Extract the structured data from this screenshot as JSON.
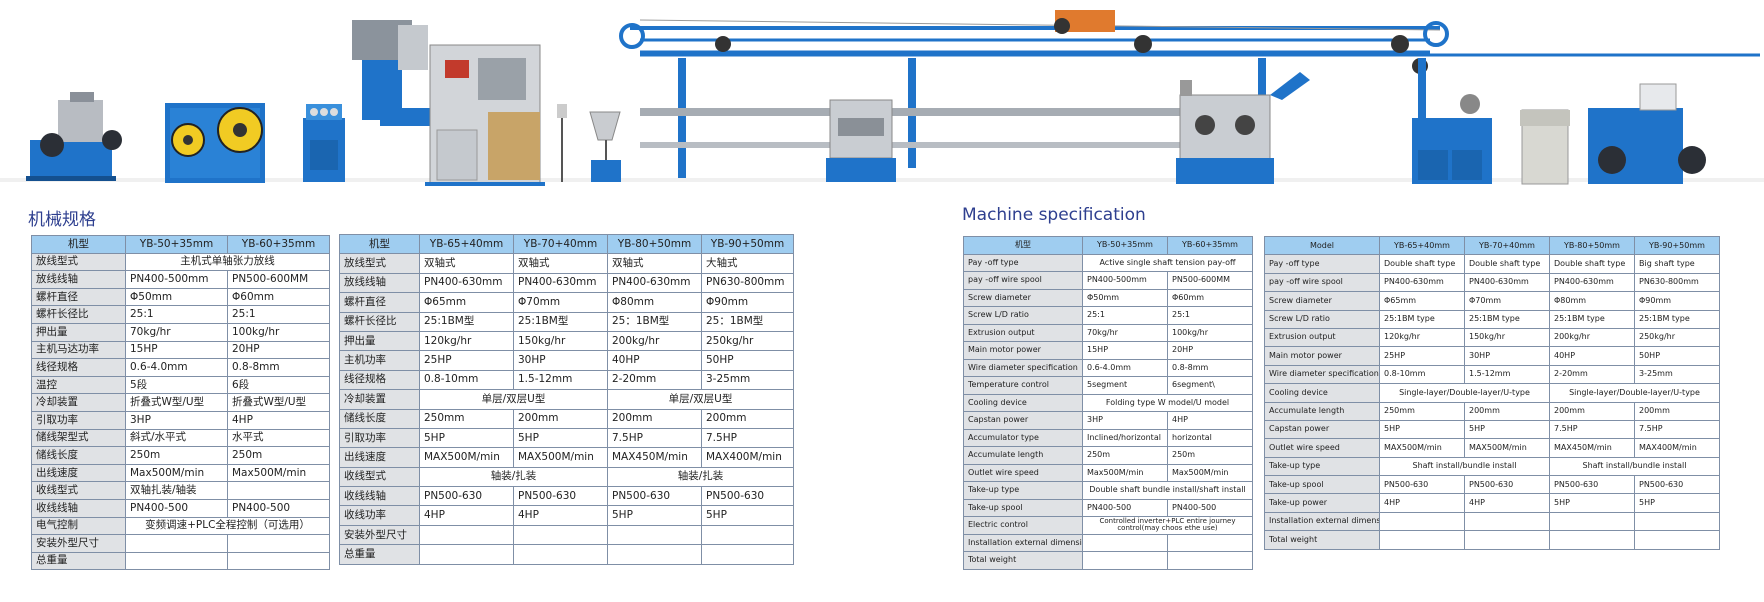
{
  "headings": {
    "zh": "机械规格",
    "en": "Machine specification"
  },
  "colors": {
    "header_blue": "#9fcdf0",
    "label_gray": "#e0e2e5",
    "heading_navy": "#2e3f8f",
    "machine_blue": "#1f73c9"
  },
  "illustration": {
    "icons": [
      "payoff-machine-icon",
      "twin-reel-payoff-icon",
      "tension-cabinet-icon",
      "extruder-icon",
      "cooling-trough-icon",
      "capstan-icon",
      "accumulator-icon",
      "spark-tester-icon",
      "takeup-machine-icon"
    ]
  },
  "zh_small": {
    "headers": [
      "机型",
      "YB-50+35mm",
      "YB-60+35mm"
    ],
    "rows": [
      {
        "label": "放线型式",
        "span": "主机式单轴张力放线"
      },
      {
        "label": "放线线轴",
        "v": [
          "PN400-500mm",
          "PN500-600MM"
        ]
      },
      {
        "label": "螺杆直径",
        "v": [
          "Φ50mm",
          "Φ60mm"
        ]
      },
      {
        "label": "螺杆长径比",
        "v": [
          "25:1",
          "25:1"
        ]
      },
      {
        "label": "押出量",
        "v": [
          "70kg/hr",
          "100kg/hr"
        ]
      },
      {
        "label": "主机马达功率",
        "v": [
          "15HP",
          "20HP"
        ]
      },
      {
        "label": "线径规格",
        "v": [
          "0.6-4.0mm",
          "0.8-8mm"
        ]
      },
      {
        "label": "温控",
        "v": [
          "5段",
          "6段"
        ]
      },
      {
        "label": "冷却装置",
        "v": [
          "折叠式W型/U型",
          "折叠式W型/U型"
        ]
      },
      {
        "label": "引取功率",
        "v": [
          "3HP",
          "4HP"
        ]
      },
      {
        "label": "储线架型式",
        "v": [
          "斜式/水平式",
          "水平式"
        ]
      },
      {
        "label": "储线长度",
        "v": [
          "250m",
          "250m"
        ]
      },
      {
        "label": "出线速度",
        "v": [
          "Max500M/min",
          "Max500M/min"
        ]
      },
      {
        "label": "收线型式",
        "v": [
          "双轴扎装/轴装",
          ""
        ]
      },
      {
        "label": "收线线轴",
        "v": [
          "PN400-500",
          "PN400-500"
        ]
      },
      {
        "label": "电气控制",
        "span": "变频调速+PLC全程控制（可选用）"
      },
      {
        "label": "安装外型尺寸",
        "v": [
          "",
          ""
        ]
      },
      {
        "label": "总重量",
        "v": [
          "",
          ""
        ]
      }
    ]
  },
  "zh_large": {
    "headers": [
      "机型",
      "YB-65+40mm",
      "YB-70+40mm",
      "YB-80+50mm",
      "YB-90+50mm"
    ],
    "rows": [
      {
        "label": "放线型式",
        "v": [
          "双轴式",
          "双轴式",
          "双轴式",
          "大轴式"
        ]
      },
      {
        "label": "放线线轴",
        "v": [
          "PN400-630mm",
          "PN400-630mm",
          "PN400-630mm",
          "PN630-800mm"
        ]
      },
      {
        "label": "螺杆直径",
        "v": [
          "Φ65mm",
          "Φ70mm",
          "Φ80mm",
          "Φ90mm"
        ]
      },
      {
        "label": "螺杆长径比",
        "v": [
          "25:1BM型",
          "25:1BM型",
          "25：1BM型",
          "25：1BM型"
        ]
      },
      {
        "label": "押出量",
        "v": [
          "120kg/hr",
          "150kg/hr",
          "200kg/hr",
          "250kg/hr"
        ]
      },
      {
        "label": "主机功率",
        "v": [
          "25HP",
          "30HP",
          "40HP",
          "50HP"
        ]
      },
      {
        "label": "线径规格",
        "v": [
          "0.8-10mm",
          "1.5-12mm",
          "2-20mm",
          "3-25mm"
        ]
      },
      {
        "label": "冷却装置",
        "pair": [
          "单层/双层U型",
          "单层/双层U型"
        ]
      },
      {
        "label": "储线长度",
        "v": [
          "250mm",
          "200mm",
          "200mm",
          "200mm"
        ]
      },
      {
        "label": "引取功率",
        "v": [
          "5HP",
          "5HP",
          "7.5HP",
          "7.5HP"
        ]
      },
      {
        "label": "出线速度",
        "v": [
          "MAX500M/min",
          "MAX500M/min",
          "MAX450M/min",
          "MAX400M/min"
        ]
      },
      {
        "label": "收线型式",
        "pair": [
          "轴装/扎装",
          "轴装/扎装"
        ]
      },
      {
        "label": "收线线轴",
        "v": [
          "PN500-630",
          "PN500-630",
          "PN500-630",
          "PN500-630"
        ]
      },
      {
        "label": "收线功率",
        "v": [
          "4HP",
          "4HP",
          "5HP",
          "5HP"
        ]
      },
      {
        "label": "安装外型尺寸",
        "v": [
          "",
          "",
          "",
          ""
        ]
      },
      {
        "label": "总重量",
        "v": [
          "",
          "",
          "",
          ""
        ]
      }
    ]
  },
  "en_small": {
    "headers": [
      "机型",
      "YB-50+35mm",
      "YB-60+35mm"
    ],
    "rows": [
      {
        "label": "Pay -off type",
        "span": "Active single shaft tension pay-off"
      },
      {
        "label": "pay -off wire spool",
        "v": [
          "PN400-500mm",
          "PN500-600MM"
        ]
      },
      {
        "label": "Screw diameter",
        "v": [
          "Φ50mm",
          "Φ60mm"
        ]
      },
      {
        "label": "Screw L/D ratio",
        "v": [
          "25:1",
          "25:1"
        ]
      },
      {
        "label": "Extrusion output",
        "v": [
          "70kg/hr",
          "100kg/hr"
        ]
      },
      {
        "label": "Main motor power",
        "v": [
          "15HP",
          "20HP"
        ]
      },
      {
        "label": "Wire diameter specification",
        "v": [
          "0.6-4.0mm",
          "0.8-8mm"
        ]
      },
      {
        "label": "Temperature control",
        "v": [
          "5segment",
          "6segment\\"
        ]
      },
      {
        "label": "Cooling device",
        "span": "Folding type W model/U model"
      },
      {
        "label": "Capstan power",
        "v": [
          "3HP",
          "4HP"
        ]
      },
      {
        "label": "Accumulator type",
        "v": [
          "Inclined/horizontal",
          "horizontal"
        ]
      },
      {
        "label": "Accumulate length",
        "v": [
          "250m",
          "250m"
        ]
      },
      {
        "label": "Outlet wire speed",
        "v": [
          "Max500M/min",
          "Max500M/min"
        ]
      },
      {
        "label": "Take-up type",
        "span": "Double shaft bundle install/shaft install"
      },
      {
        "label": "Take-up spool",
        "v": [
          "PN400-500",
          "PN400-500"
        ]
      },
      {
        "label": "Electric control",
        "span": "Controlled inverter+PLC entire journey control(may choos ethe use)"
      },
      {
        "label": "Installation external dimension",
        "v": [
          "",
          ""
        ]
      },
      {
        "label": "Total weight",
        "v": [
          "",
          ""
        ]
      }
    ]
  },
  "en_large": {
    "headers": [
      "Model",
      "YB-65+40mm",
      "YB-70+40mm",
      "YB-80+50mm",
      "YB-90+50mm"
    ],
    "rows": [
      {
        "label": "Pay -off type",
        "v": [
          "Double shaft type",
          "Double shaft type",
          "Double shaft type",
          "Big shaft type"
        ]
      },
      {
        "label": "pay -off wire spool",
        "v": [
          "PN400-630mm",
          "PN400-630mm",
          "PN400-630mm",
          "PN630-800mm"
        ]
      },
      {
        "label": "Screw diameter",
        "v": [
          "Φ65mm",
          "Φ70mm",
          "Φ80mm",
          "Φ90mm"
        ]
      },
      {
        "label": "Screw L/D ratio",
        "v": [
          "25:1BM type",
          "25:1BM type",
          "25:1BM type",
          "25:1BM type"
        ]
      },
      {
        "label": "Extrusion output",
        "v": [
          "120kg/hr",
          "150kg/hr",
          "200kg/hr",
          "250kg/hr"
        ]
      },
      {
        "label": "Main motor power",
        "v": [
          "25HP",
          "30HP",
          "40HP",
          "50HP"
        ]
      },
      {
        "label": "Wire diameter specification",
        "v": [
          "0.8-10mm",
          "1.5-12mm",
          "2-20mm",
          "3-25mm"
        ]
      },
      {
        "label": "Cooling device",
        "pair": [
          "Single-layer/Double-layer/U-type",
          "Single-layer/Double-layer/U-type"
        ]
      },
      {
        "label": "Accumulate length",
        "v": [
          "250mm",
          "200mm",
          "200mm",
          "200mm"
        ]
      },
      {
        "label": "Capstan power",
        "v": [
          "5HP",
          "5HP",
          "7.5HP",
          "7.5HP"
        ]
      },
      {
        "label": "Outlet wire speed",
        "v": [
          "MAX500M/min",
          "MAX500M/min",
          "MAX450M/min",
          "MAX400M/min"
        ]
      },
      {
        "label": "Take-up type",
        "pair": [
          "Shaft install/bundle install",
          "Shaft install/bundle install"
        ]
      },
      {
        "label": "Take-up spool",
        "v": [
          "PN500-630",
          "PN500-630",
          "PN500-630",
          "PN500-630"
        ]
      },
      {
        "label": "Take-up power",
        "v": [
          "4HP",
          "4HP",
          "5HP",
          "5HP"
        ]
      },
      {
        "label": "Installation external dimension",
        "v": [
          "",
          "",
          "",
          ""
        ]
      },
      {
        "label": "Total weight",
        "v": [
          "",
          "",
          "",
          ""
        ]
      }
    ]
  }
}
